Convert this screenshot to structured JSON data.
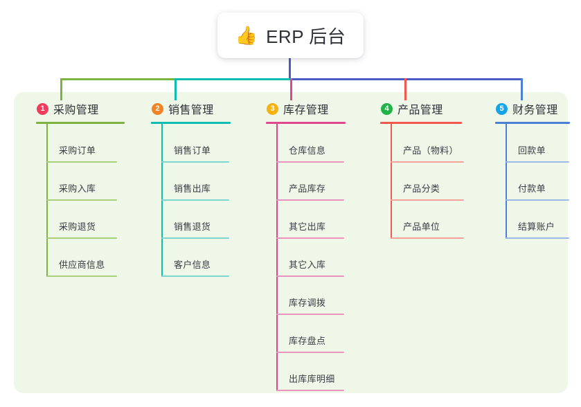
{
  "root": {
    "icon": "thumbs-up-icon",
    "emoji": "👍",
    "title": "ERP 后台"
  },
  "panel": {
    "background": "#eef7e8"
  },
  "trunk": {
    "color": "#4a5bc4",
    "segments": [
      {
        "name": "bar-green",
        "color": "#7cb342"
      },
      {
        "name": "bar-teal",
        "color": "#0fbcb0"
      },
      {
        "name": "bar-blue",
        "color": "#4a5bc4"
      }
    ]
  },
  "columns": [
    {
      "index": "1",
      "title": "采购管理",
      "badge_color": "#f23c5d",
      "line_color": "#7cb342",
      "child_line_color": "#a8d07a",
      "items": [
        {
          "label": "采购订单"
        },
        {
          "label": "采购入库"
        },
        {
          "label": "采购退货"
        },
        {
          "label": "供应商信息"
        }
      ]
    },
    {
      "index": "2",
      "title": "销售管理",
      "badge_color": "#f08326",
      "line_color": "#0fbcb0",
      "child_line_color": "#7bd6d0",
      "items": [
        {
          "label": "销售订单"
        },
        {
          "label": "销售出库"
        },
        {
          "label": "销售退货"
        },
        {
          "label": "客户信息"
        }
      ]
    },
    {
      "index": "3",
      "title": "库存管理",
      "badge_color": "#f5b211",
      "line_color": "#e0478e",
      "child_line_color": "#eb93bf",
      "items": [
        {
          "label": "仓库信息"
        },
        {
          "label": "产品库存"
        },
        {
          "label": "其它出库"
        },
        {
          "label": "其它入库"
        },
        {
          "label": "库存调拨"
        },
        {
          "label": "库存盘点"
        },
        {
          "label": "出库库明细"
        }
      ]
    },
    {
      "index": "4",
      "title": "产品管理",
      "badge_color": "#21b34a",
      "line_color": "#f2584f",
      "child_line_color": "#f6a29a",
      "items": [
        {
          "label": "产品（物料）"
        },
        {
          "label": "产品分类"
        },
        {
          "label": "产品单位"
        }
      ]
    },
    {
      "index": "5",
      "title": "财务管理",
      "badge_color": "#16a4e8",
      "line_color": "#4a7fd4",
      "child_line_color": "#9ab9e8",
      "items": [
        {
          "label": "回款单"
        },
        {
          "label": "付款单"
        },
        {
          "label": "结算账户"
        }
      ]
    }
  ]
}
